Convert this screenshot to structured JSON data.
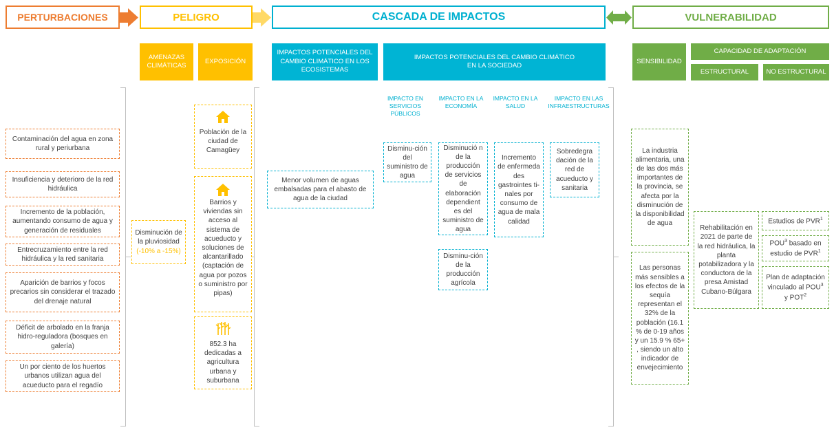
{
  "colors": {
    "orange": "#ed7d31",
    "yellow": "#ffc000",
    "cyan": "#00b0d0",
    "green": "#70ad47",
    "text": "#404040"
  },
  "headers": {
    "perturbaciones": "PERTURBACIONES",
    "peligro": "PELIGRO",
    "cascada": "CASCADA DE IMPACTOS",
    "vulnerabilidad": "VULNERABILIDAD"
  },
  "peligro_cols": {
    "amenazas": "AMENAZAS CLIMÁTICAS",
    "exposicion": "EXPOSICIÓN"
  },
  "cascada_cols": {
    "ecosistemas": "IMPACTOS POTENCIALES DEL CAMBIO CLIMÁTICO EN LOS ECOSISTEMAS",
    "sociedad": "IMPACTOS POTENCIALES DEL CAMBIO CLIMÁTICO EN LA SOCIEDAD"
  },
  "vul_cols": {
    "sensibilidad": "SENSIBILIDAD",
    "capacidad": "CAPACIDAD DE ADAPTACIÓN",
    "estructural": "ESTRUCTURAL",
    "no_estructural": "NO ESTRUCTURAL"
  },
  "impact_subheaders": [
    "IMPACTO EN SERVICIOS PÚBLICOS",
    "IMPACTO EN LA ECONOMÍA",
    "IMPACTO EN LA SALUD",
    "IMPACTO EN LAS INFRAESTRUCTURAS"
  ],
  "perturbaciones": [
    "Contaminación del agua en zona rural y periurbana",
    "Insuficiencia y deterioro de la red hidráulica",
    "Incremento de la población, aumentando consumo de agua y generación de residuales",
    "Entrecruzamiento entre la red hidráulica y la red sanitaria",
    "Aparición de barrios y focos precarios sin considerar el trazado del drenaje natural",
    "Déficit de arbolado en la franja hidro-reguladora (bosques en galería)",
    "Un por ciento de los huertos urbanos utilizan agua del acueducto para el regadío"
  ],
  "amenaza": {
    "text": "Disminución de la pluviosidad",
    "range": "(-10% a -15%)"
  },
  "exposicion": [
    {
      "icon": "house-icon",
      "text": "Población de la ciudad de Camagüey"
    },
    {
      "icon": "house-icon",
      "text": "Barrios y viviendas sin acceso al sistema de acueducto y soluciones de alcantarillado (captación de agua por pozos o suministro por pipas)"
    },
    {
      "icon": "crop-icon",
      "text": "852.3 ha dedicadas a agricultura urbana y suburbana"
    }
  ],
  "ecosistema_impacto": "Menor volumen de aguas embalsadas para el abasto de agua de la ciudad",
  "sociedad_impactos": {
    "servicios": "Disminu-ción del suministro de agua",
    "economia_1": "Disminució n de la producción de servicios de elaboración dependient es del suministro de agua",
    "economia_2": "Disminu-ción de la producción agrícola",
    "salud": "Incremento de enfermeda des gastrointes ti-nales por consumo de agua de mala calidad",
    "infraestructuras": "Sobredegra dación de la red de acueducto y sanitaria"
  },
  "sensibilidad": [
    "La industria alimentaria, una de las dos más importantes de la provincia, se afecta por la disminución de la disponibilidad de agua",
    "Las personas más sensibles a los efectos de la sequía representan el 32% de la población (16.1 % de 0-19 años y un 15.9 % 65+ , siendo un alto indicador de envejecimiento"
  ],
  "estructural": "Rehabilitación en 2021 de parte de la red hidráulica, la planta potabilizadora y la conductora de la presa Amistad Cubano-Búlgara",
  "no_estructural": [
    {
      "text": "Estudios de PVR",
      "sup": "1"
    },
    {
      "text": "POU",
      "sup": "3",
      "rest": " basado en estudio de PVR",
      "sup2": "1"
    },
    {
      "text": "Plan de adaptación vinculado al POU",
      "sup": "3",
      "rest": " y POT",
      "sup2": "2"
    }
  ]
}
